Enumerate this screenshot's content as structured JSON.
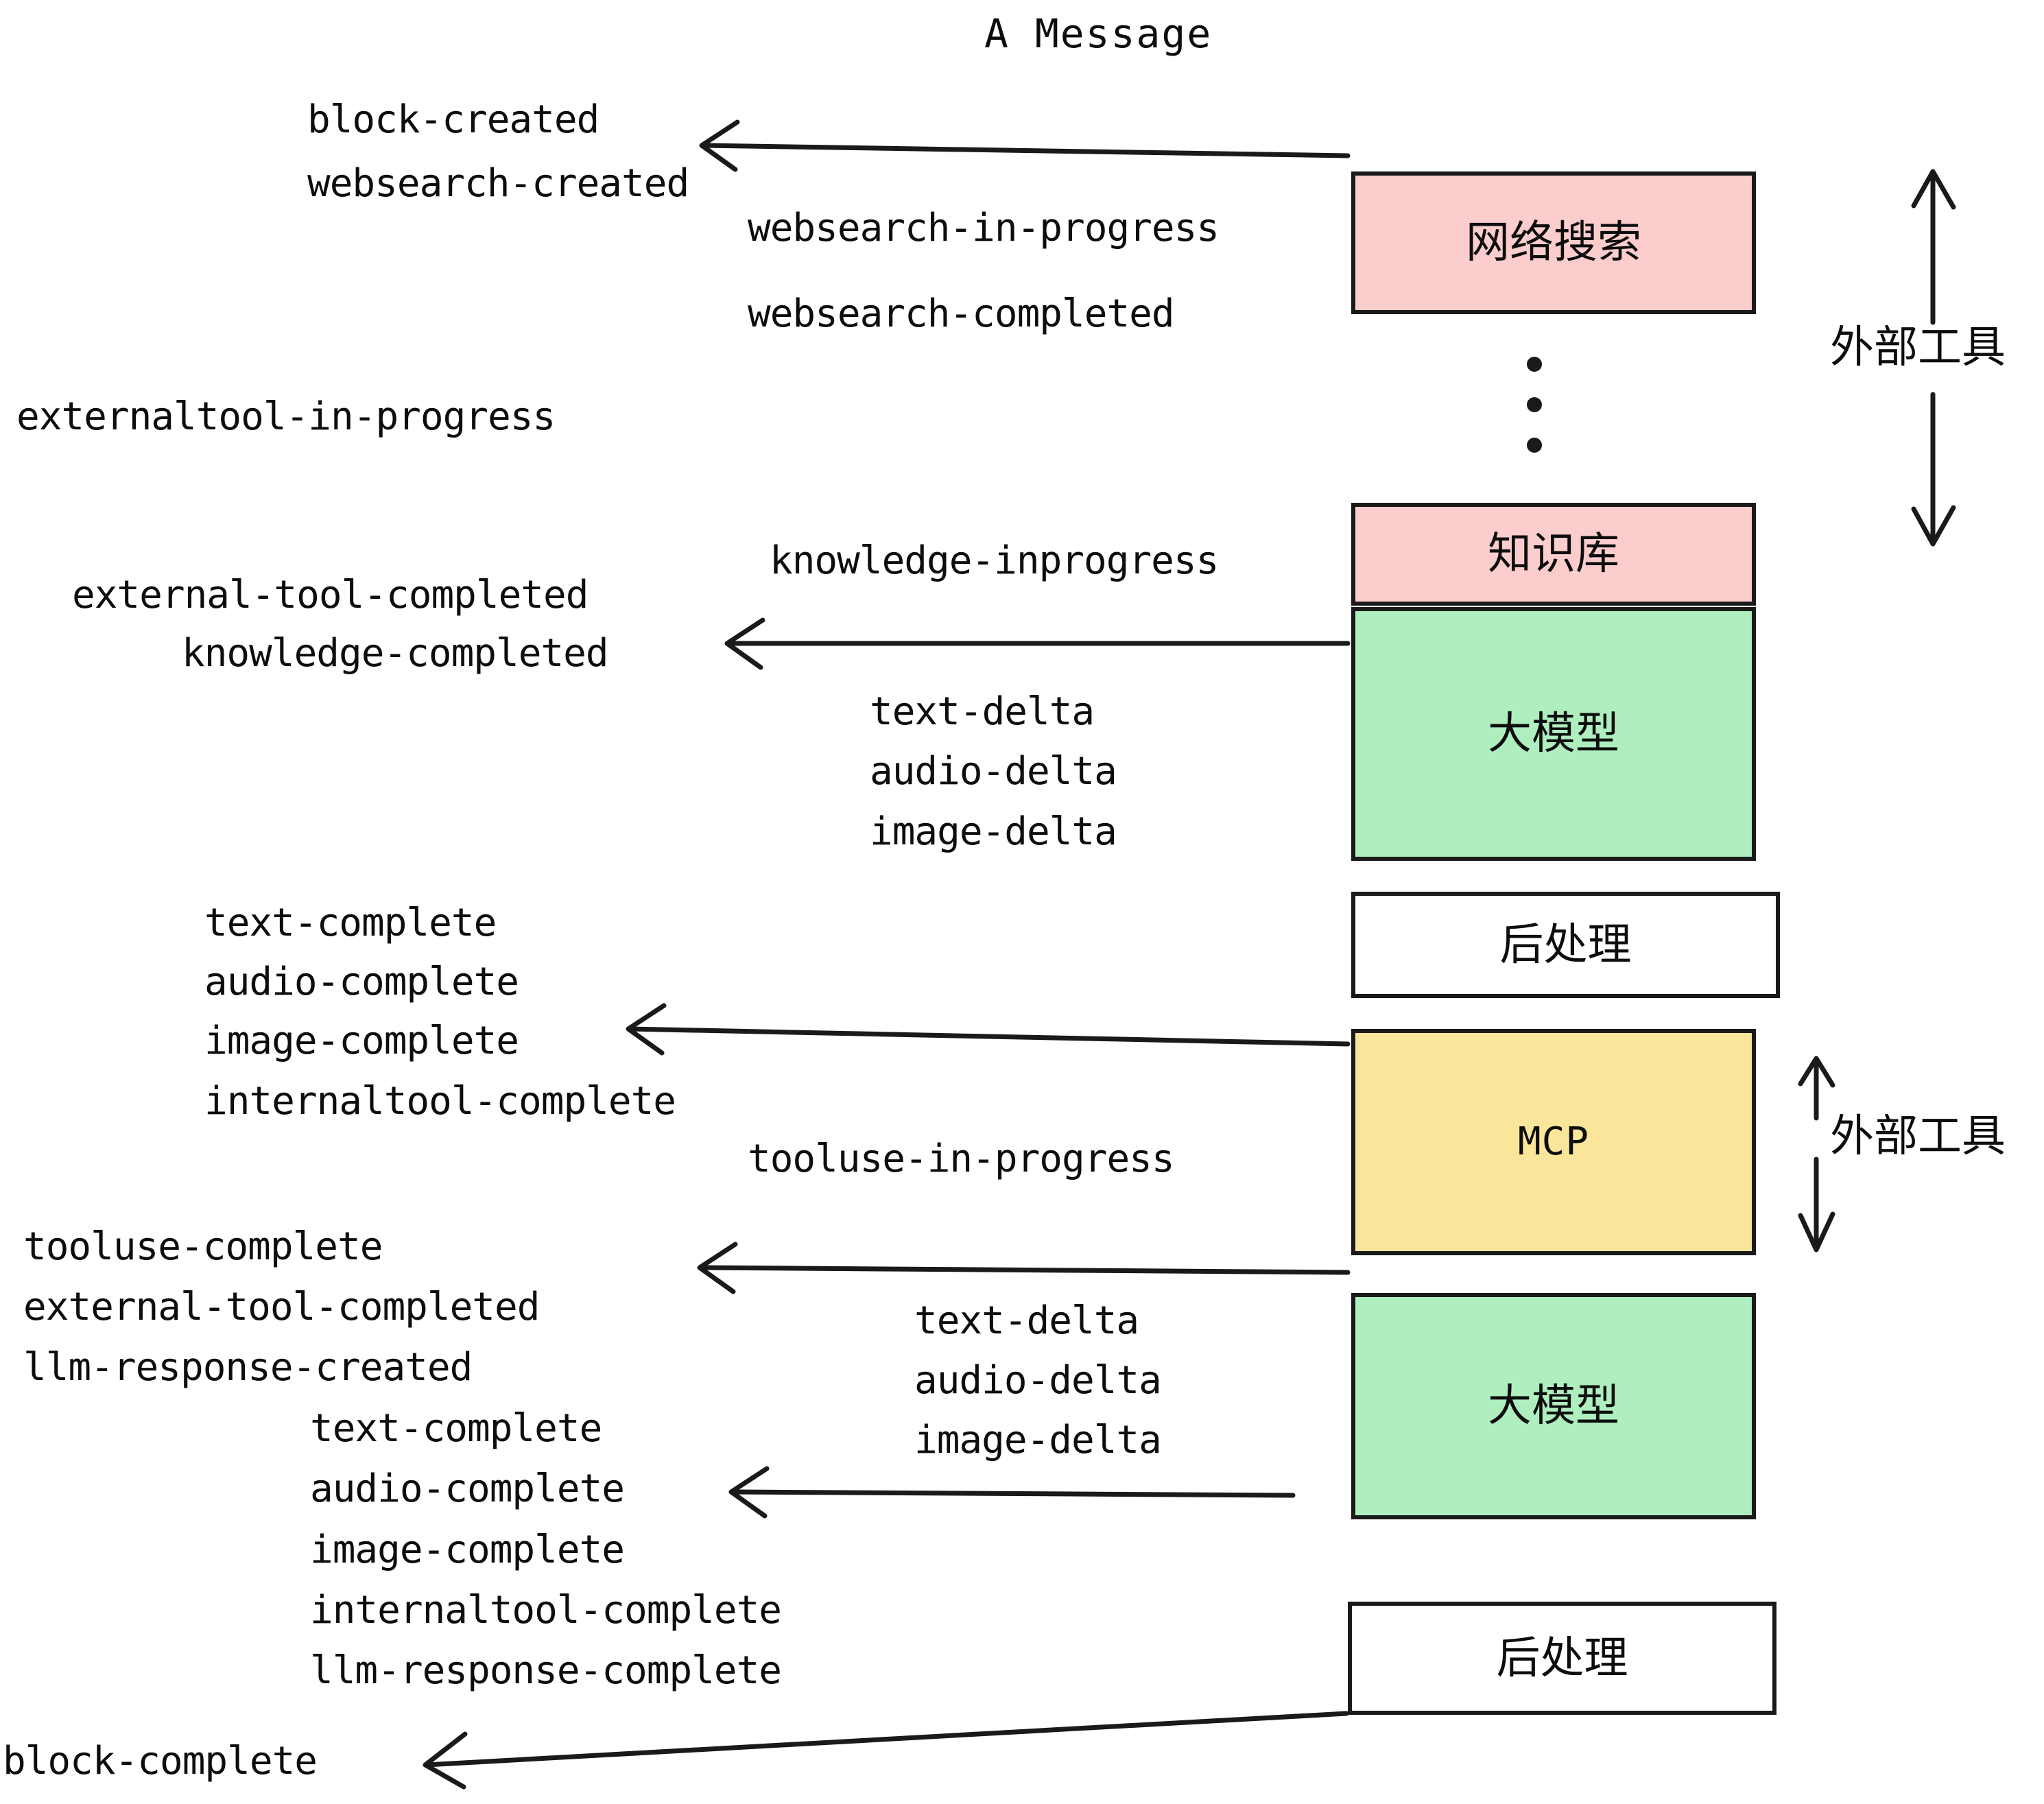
{
  "title": "A Message",
  "colors": {
    "pink": "#fbcdcd",
    "green": "#aeeebf",
    "yellow": "#fae69a",
    "white": "#ffffff",
    "stroke": "#1a1a1a",
    "text": "#0d0d0d"
  },
  "nodes": [
    {
      "id": "websearch",
      "label": "网络搜索",
      "fill": "pink"
    },
    {
      "id": "knowledge",
      "label": "知识库",
      "fill": "pink"
    },
    {
      "id": "llm_top",
      "label": "大模型",
      "fill": "green"
    },
    {
      "id": "post_top",
      "label": "后处理",
      "fill": "white"
    },
    {
      "id": "mcp",
      "label": "MCP",
      "fill": "yellow"
    },
    {
      "id": "llm_bottom",
      "label": "大模型",
      "fill": "green"
    },
    {
      "id": "post_bottom",
      "label": "后处理",
      "fill": "white"
    }
  ],
  "side_labels": [
    {
      "id": "external_tools_top",
      "label": "外部工具"
    },
    {
      "id": "external_tools_bottom",
      "label": "外部工具"
    }
  ],
  "events": [
    {
      "id": "block-created",
      "text": "block-created"
    },
    {
      "id": "websearch-created",
      "text": "websearch-created"
    },
    {
      "id": "websearch-in-progress",
      "text": "websearch-in-progress"
    },
    {
      "id": "websearch-completed",
      "text": "websearch-completed"
    },
    {
      "id": "externaltool-in-progress",
      "text": "externaltool-in-progress"
    },
    {
      "id": "knowledge-inprogress",
      "text": "knowledge-inprogress"
    },
    {
      "id": "external-tool-completed-1",
      "text": "external-tool-completed"
    },
    {
      "id": "knowledge-completed",
      "text": "knowledge-completed"
    },
    {
      "id": "text-delta-1",
      "text": "text-delta"
    },
    {
      "id": "audio-delta-1",
      "text": "audio-delta"
    },
    {
      "id": "image-delta-1",
      "text": "image-delta"
    },
    {
      "id": "text-complete-1",
      "text": "text-complete"
    },
    {
      "id": "audio-complete-1",
      "text": "audio-complete"
    },
    {
      "id": "image-complete-1",
      "text": "image-complete"
    },
    {
      "id": "internaltool-complete-1",
      "text": "internaltool-complete"
    },
    {
      "id": "tooluse-in-progress",
      "text": "tooluse-in-progress"
    },
    {
      "id": "tooluse-complete",
      "text": "tooluse-complete"
    },
    {
      "id": "external-tool-completed-2",
      "text": "external-tool-completed"
    },
    {
      "id": "llm-response-created",
      "text": "llm-response-created"
    },
    {
      "id": "text-delta-2",
      "text": "text-delta"
    },
    {
      "id": "audio-delta-2",
      "text": "audio-delta"
    },
    {
      "id": "image-delta-2",
      "text": "image-delta"
    },
    {
      "id": "text-complete-2",
      "text": "text-complete"
    },
    {
      "id": "audio-complete-2",
      "text": "audio-complete"
    },
    {
      "id": "image-complete-2",
      "text": "image-complete"
    },
    {
      "id": "internaltool-complete-2",
      "text": "internaltool-complete"
    },
    {
      "id": "llm-response-complete",
      "text": "llm-response-complete"
    },
    {
      "id": "block-complete",
      "text": "block-complete"
    }
  ],
  "ellipsis": {
    "id": "vertical-ellipsis",
    "dots": 3
  }
}
